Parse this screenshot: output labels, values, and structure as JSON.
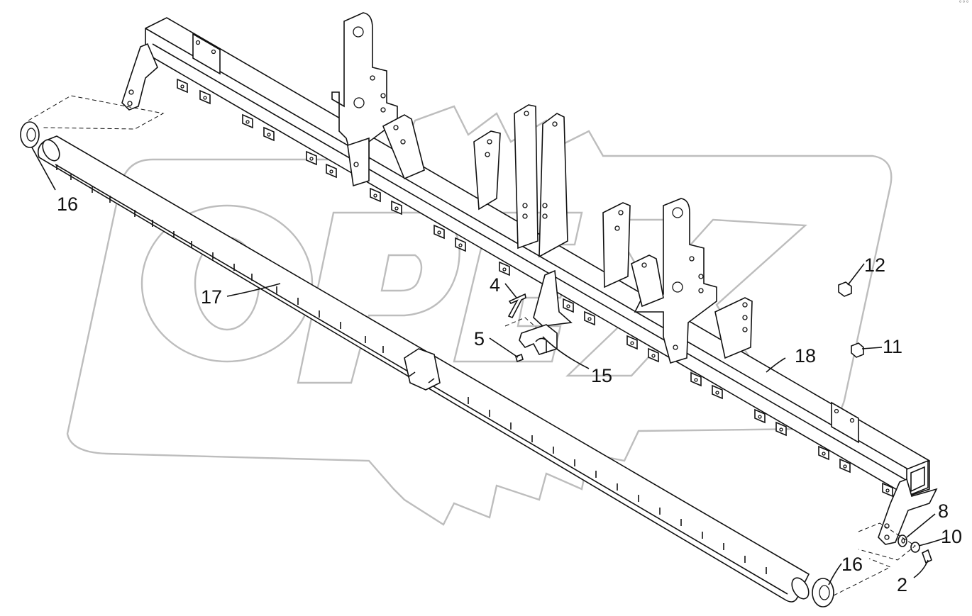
{
  "diagram": {
    "watermark_text": "OPEX",
    "labels": [
      {
        "id": "16a",
        "text": "16"
      },
      {
        "id": "17",
        "text": "17"
      },
      {
        "id": "4",
        "text": "4"
      },
      {
        "id": "5",
        "text": "5"
      },
      {
        "id": "15",
        "text": "15"
      },
      {
        "id": "18",
        "text": "18"
      },
      {
        "id": "12",
        "text": "12"
      },
      {
        "id": "11",
        "text": "11"
      },
      {
        "id": "8",
        "text": "8"
      },
      {
        "id": "10",
        "text": "10"
      },
      {
        "id": "2",
        "text": "2"
      },
      {
        "id": "16b",
        "text": "16"
      }
    ],
    "corner_mark": "°°°"
  }
}
